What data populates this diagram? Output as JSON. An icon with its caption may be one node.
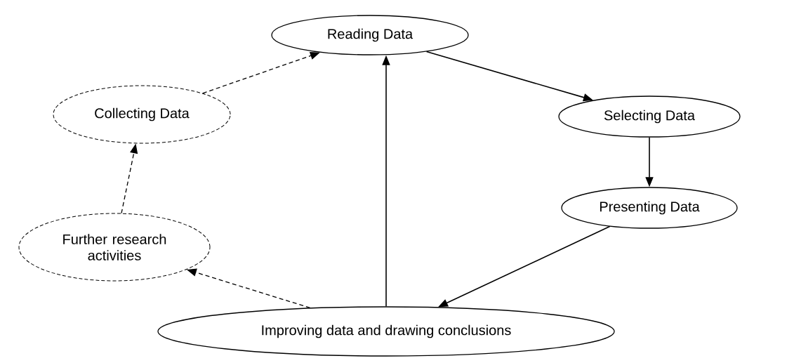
{
  "diagram": {
    "nodes": [
      {
        "text": [
          "Reading Data"
        ]
      },
      {
        "text": [
          "Selecting Data"
        ]
      },
      {
        "text": [
          "Presenting Data"
        ]
      },
      {
        "text": [
          "Improving data and drawing conclusions"
        ]
      },
      {
        "text": [
          "Further research activities"
        ]
      },
      {
        "text": [
          "Collecting Data"
        ]
      }
    ],
    "edges": [
      {
        "from": 0,
        "to": 1,
        "arrow": "to"
      },
      {
        "from": 1,
        "to": 2,
        "arrow": "to"
      },
      {
        "from": 2,
        "to": 3,
        "arrow": "to"
      },
      {
        "from": 3,
        "to": 0,
        "arrow": "to"
      },
      {
        "from": 3,
        "to": 4,
        "arrow": "to",
        "style": "dashed"
      },
      {
        "from": 4,
        "to": 5,
        "arrow": "to",
        "style": "dashed"
      },
      {
        "from": 5,
        "to": 0,
        "arrow": "to",
        "style": "dashed"
      }
    ]
  }
}
